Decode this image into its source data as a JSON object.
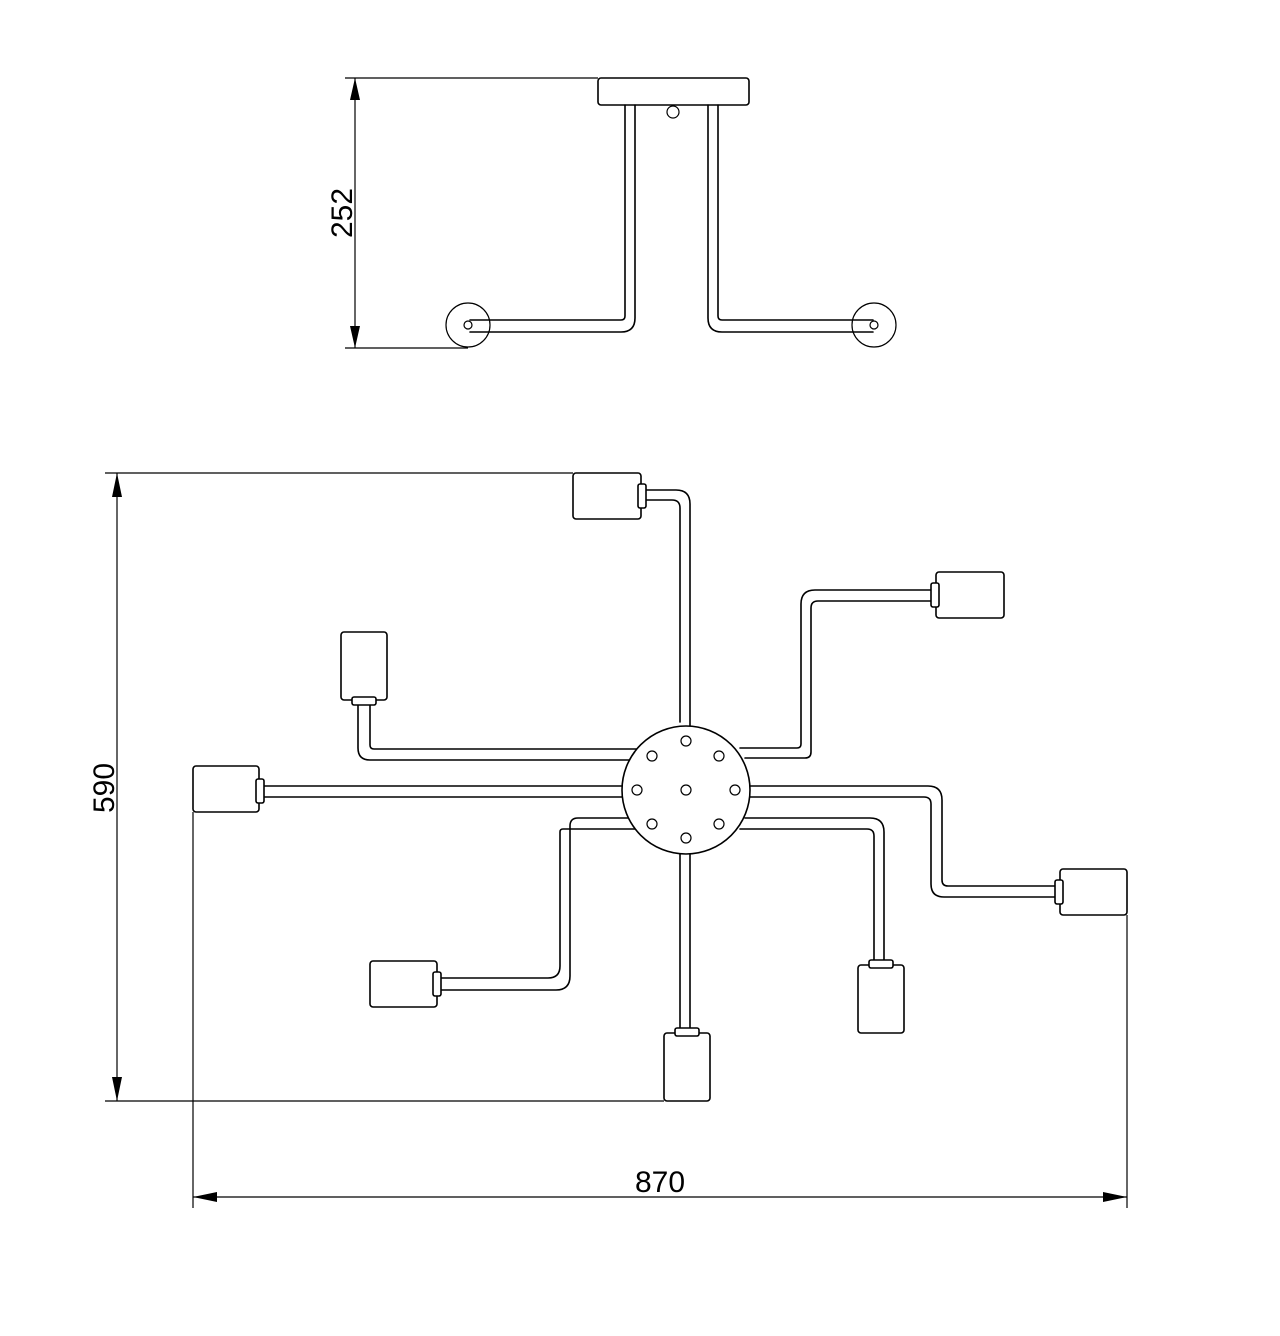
{
  "dimensions": {
    "side_height": "252",
    "top_depth": "590",
    "top_width": "870"
  }
}
